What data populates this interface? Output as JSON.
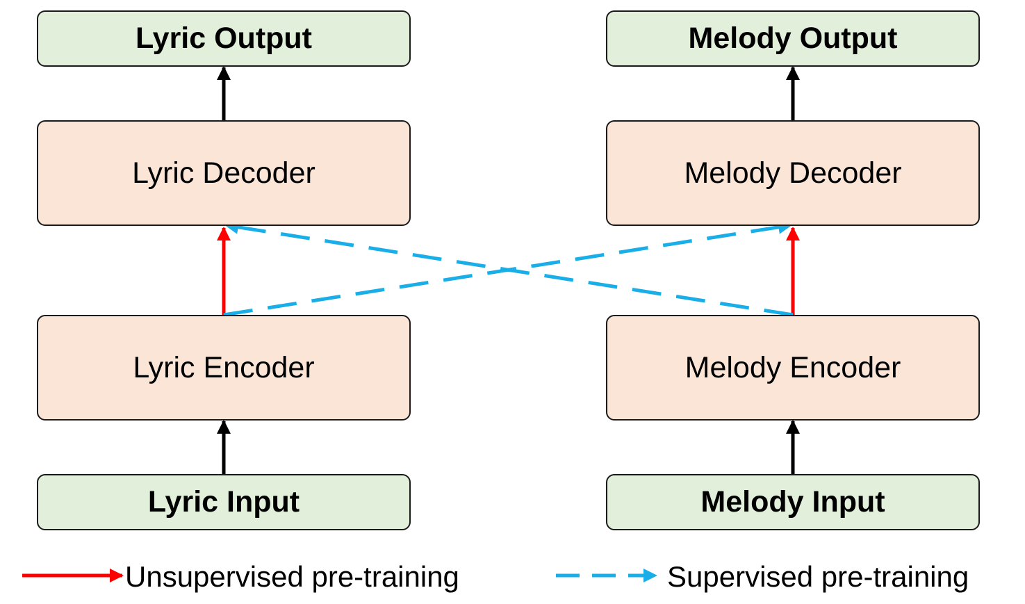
{
  "boxes": {
    "lyric_output": "Lyric Output",
    "melody_output": "Melody Output",
    "lyric_decoder": "Lyric Decoder",
    "melody_decoder": "Melody Decoder",
    "lyric_encoder": "Lyric Encoder",
    "melody_encoder": "Melody Encoder",
    "lyric_input": "Lyric Input",
    "melody_input": "Melody Input"
  },
  "legend": {
    "unsupervised": "Unsupervised pre-training",
    "supervised": "Supervised pre-training"
  },
  "colors": {
    "io_fill": "#e2efda",
    "module_fill": "#fbe5d6",
    "unsupervised_arrow": "#ff0000",
    "supervised_arrow": "#1aaee8",
    "flow_arrow": "#000000"
  }
}
